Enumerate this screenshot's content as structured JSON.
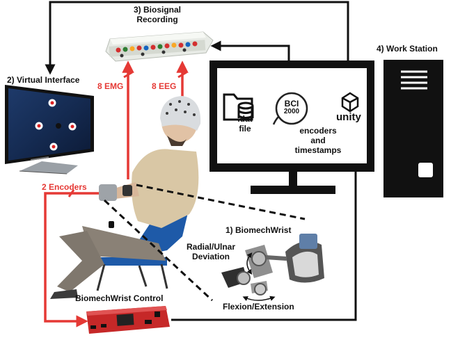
{
  "labels": {
    "biosignal_recording": "3) Biosignal\nRecording",
    "virtual_interface": "2) Virtual Interface",
    "work_station": "4) Work Station",
    "emg": "8 EMG",
    "eeg": "8 EEG",
    "encoders_count": "2 Encoders",
    "biomechwrist": "1) BiomechWrist",
    "radial_ulnar": "Radial/Ulnar\nDeviation",
    "flexion_extension": "Flexion/Extension",
    "control": "BiomechWrist Control",
    "bci_line1": "BCI",
    "bci_line2": "2000",
    "dat_file": ".dat\nfile",
    "encoders_timestamps": "encoders\nand\ntimestamps",
    "unity": "unity"
  },
  "colors": {
    "arrow_black": "#111111",
    "arrow_red": "#e53935",
    "monitor_frame": "#111111",
    "board_red": "#c62828",
    "amplifier_body": "#e8ebe6"
  }
}
